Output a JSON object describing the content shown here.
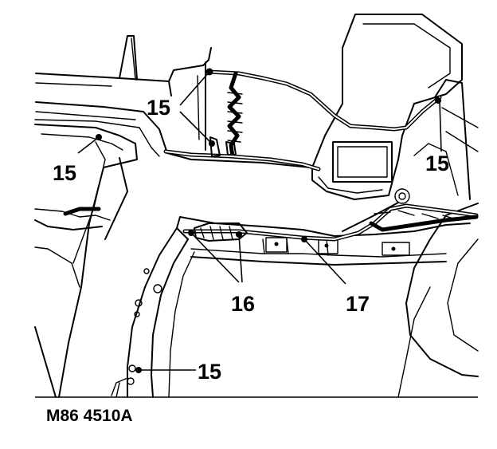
{
  "figure": {
    "reference": "M86 4510A",
    "callouts": [
      {
        "id": "c15a",
        "label": "15"
      },
      {
        "id": "c15b",
        "label": "15"
      },
      {
        "id": "c15c",
        "label": "15"
      },
      {
        "id": "c15d",
        "label": "15"
      },
      {
        "id": "c16",
        "label": "16"
      },
      {
        "id": "c17",
        "label": "17"
      }
    ]
  }
}
